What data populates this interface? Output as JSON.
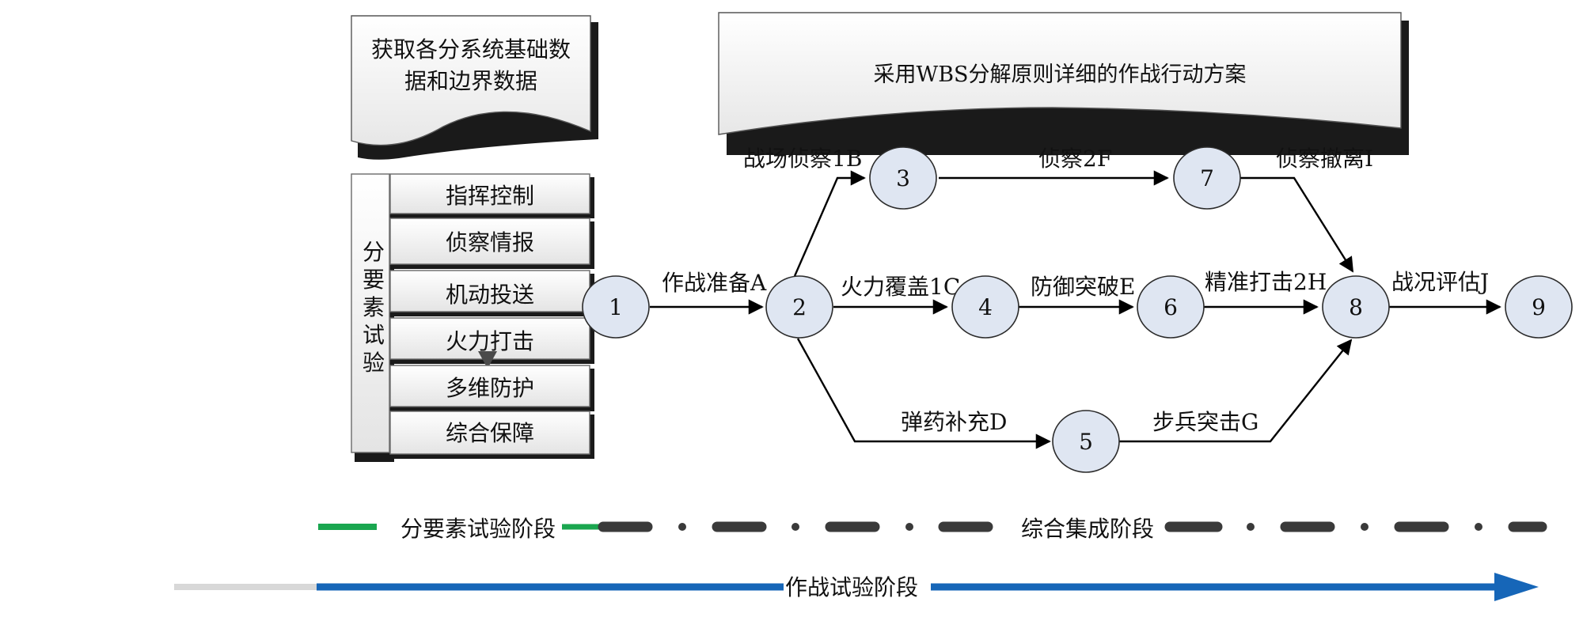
{
  "doc_top_left": {
    "lines": [
      "获取各分系统基础数",
      "据和边界数据"
    ]
  },
  "doc_top_right": {
    "text": "采用WBS分解原则详细的作战行动方案"
  },
  "element_panel": {
    "vertical_label": [
      "分",
      "要",
      "素",
      "试",
      "验"
    ],
    "items": [
      "指挥控制",
      "侦察情报",
      "机动投送",
      "火力打击",
      "多维防护",
      "综合保障"
    ]
  },
  "nodes": [
    {
      "id": "1",
      "label": "1"
    },
    {
      "id": "2",
      "label": "2"
    },
    {
      "id": "3",
      "label": "3"
    },
    {
      "id": "4",
      "label": "4"
    },
    {
      "id": "5",
      "label": "5"
    },
    {
      "id": "6",
      "label": "6"
    },
    {
      "id": "7",
      "label": "7"
    },
    {
      "id": "8",
      "label": "8"
    },
    {
      "id": "9",
      "label": "9"
    }
  ],
  "edges": [
    {
      "from": "1",
      "to": "2",
      "label": "作战准备A"
    },
    {
      "from": "2",
      "to": "3",
      "label": "战场侦察1B"
    },
    {
      "from": "2",
      "to": "4",
      "label": "火力覆盖1C"
    },
    {
      "from": "2",
      "to": "5",
      "label": "弹药补充D"
    },
    {
      "from": "4",
      "to": "6",
      "label": "防御突破E"
    },
    {
      "from": "3",
      "to": "7",
      "label": "侦察2F"
    },
    {
      "from": "5",
      "to": "8",
      "label": "步兵突击G"
    },
    {
      "from": "6",
      "to": "8",
      "label": "精准打击2H"
    },
    {
      "from": "7",
      "to": "8",
      "label": "侦察撤离I"
    },
    {
      "from": "8",
      "to": "9",
      "label": "战况评估J"
    }
  ],
  "legend": {
    "phase_element": "分要素试验阶段",
    "phase_integration": "综合集成阶段",
    "phase_combat": "作战试验阶段",
    "colors": {
      "element": "#1aa64f",
      "integration": "#3a3a3a",
      "combat": "#1666b8"
    }
  }
}
